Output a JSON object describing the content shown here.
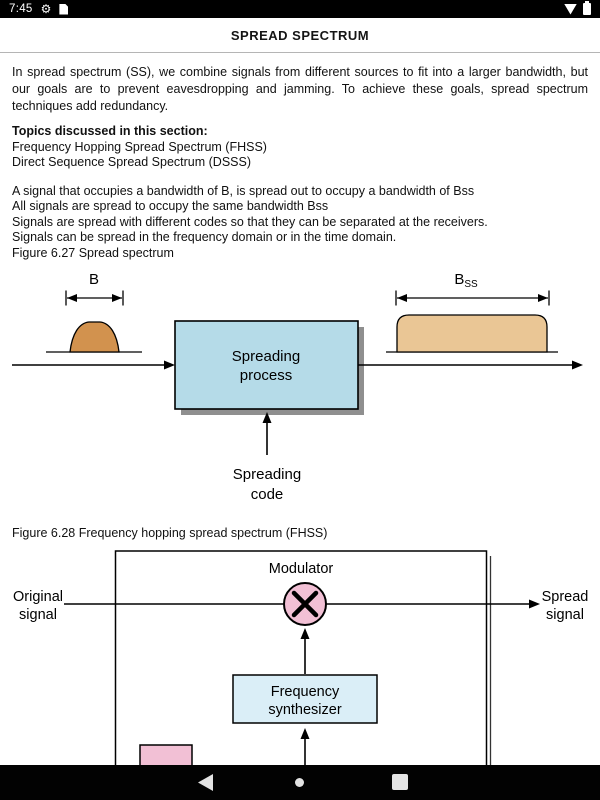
{
  "status_bar": {
    "time": "7:45"
  },
  "header": {
    "title": "SPREAD SPECTRUM"
  },
  "content": {
    "intro": "In spread spectrum (SS), we combine signals from different sources to fit into a larger bandwidth, but our goals are to prevent eavesdropping and jamming. To achieve these goals, spread spectrum techniques add redundancy.",
    "topics_heading": "Topics discussed in this section:",
    "topics": [
      "Frequency Hopping Spread Spectrum (FHSS)",
      "Direct Sequence Spread Spectrum (DSSS)"
    ],
    "points": [
      "A signal that occupies a bandwidth of B, is spread out to occupy a bandwidth of Bss",
      "All signals are spread to occupy the same bandwidth Bss",
      "Signals are spread with different codes so that they can be separated at the receivers.",
      "Signals can be spread in the frequency domain or in the time domain."
    ],
    "figure1_caption": "Figure 6.27 Spread spectrum",
    "figure2_caption": "Figure 6.28 Frequency hopping spread spectrum (FHSS)"
  },
  "figure1": {
    "label_b": "B",
    "label_bss_main": "B",
    "label_bss_sub": "SS",
    "box_line1": "Spreading",
    "box_line2": "process",
    "code_line1": "Spreading",
    "code_line2": "code"
  },
  "figure2": {
    "modulator": "Modulator",
    "original_line1": "Original",
    "original_line2": "signal",
    "spread_line1": "Spread",
    "spread_line2": "signal",
    "synth_line1": "Frequency",
    "synth_line2": "synthesizer"
  },
  "colors": {
    "box_blue": "#b5dbe8",
    "synth_blue": "#daeef7",
    "hump_left": "#d2924e",
    "hump_right": "#eac695",
    "multiplier_pink": "#f2c0d5",
    "shadow_gray": "#8f8f8f"
  }
}
